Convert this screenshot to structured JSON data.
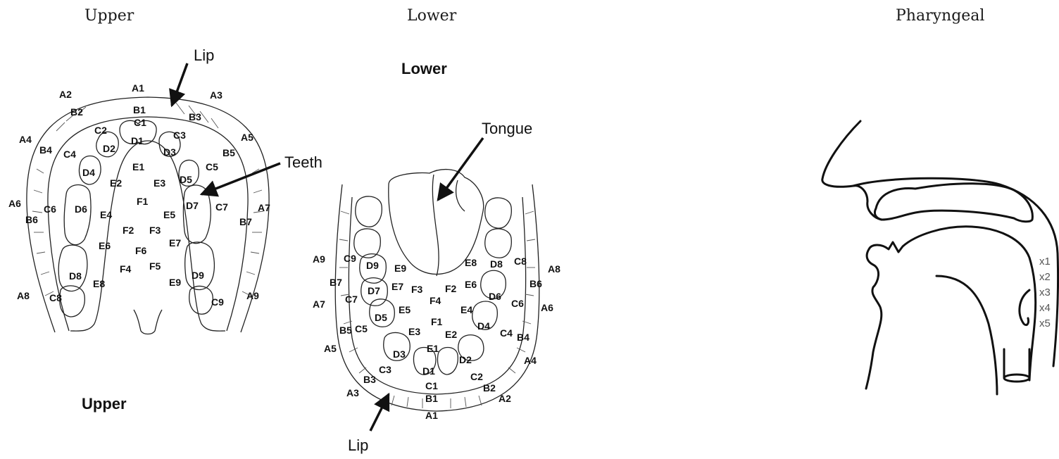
{
  "captions": {
    "upper": "Upper",
    "lower": "Lower",
    "pharyngeal": "Pharyngeal"
  },
  "upper_jaw": {
    "heading": "Upper",
    "callouts": {
      "lip": "Lip",
      "teeth": "Teeth"
    },
    "labels": [
      "A1",
      "A2",
      "A3",
      "A4",
      "A5",
      "A6",
      "A7",
      "A8",
      "A9",
      "B1",
      "B2",
      "B3",
      "B4",
      "B5",
      "B6",
      "B7",
      "C1",
      "C2",
      "C3",
      "C4",
      "C5",
      "C6",
      "C7",
      "C8",
      "C9",
      "D1",
      "D2",
      "D3",
      "D4",
      "D5",
      "D6",
      "D7",
      "D8",
      "D9",
      "E1",
      "E2",
      "E3",
      "E4",
      "E5",
      "E6",
      "E7",
      "E8",
      "E9",
      "F1",
      "F2",
      "F3",
      "F4",
      "F5",
      "F6"
    ]
  },
  "lower_jaw": {
    "heading": "Lower",
    "callouts": {
      "tongue": "Tongue",
      "lip": "Lip"
    },
    "labels": [
      "A1",
      "A2",
      "A3",
      "A4",
      "A5",
      "A6",
      "A7",
      "A8",
      "A9",
      "B1",
      "B2",
      "B3",
      "B4",
      "B5",
      "B6",
      "B7",
      "C1",
      "C2",
      "C3",
      "C4",
      "C5",
      "C6",
      "C7",
      "C8",
      "C9",
      "D1",
      "D2",
      "D3",
      "D4",
      "D5",
      "D6",
      "D7",
      "D8",
      "D9",
      "E1",
      "E2",
      "E3",
      "E4",
      "E5",
      "E6",
      "E7",
      "E8",
      "E9",
      "F1",
      "F2",
      "F3",
      "F4"
    ]
  },
  "pharyngeal": {
    "labels": [
      "x1",
      "x2",
      "x3",
      "x4",
      "x5"
    ]
  }
}
